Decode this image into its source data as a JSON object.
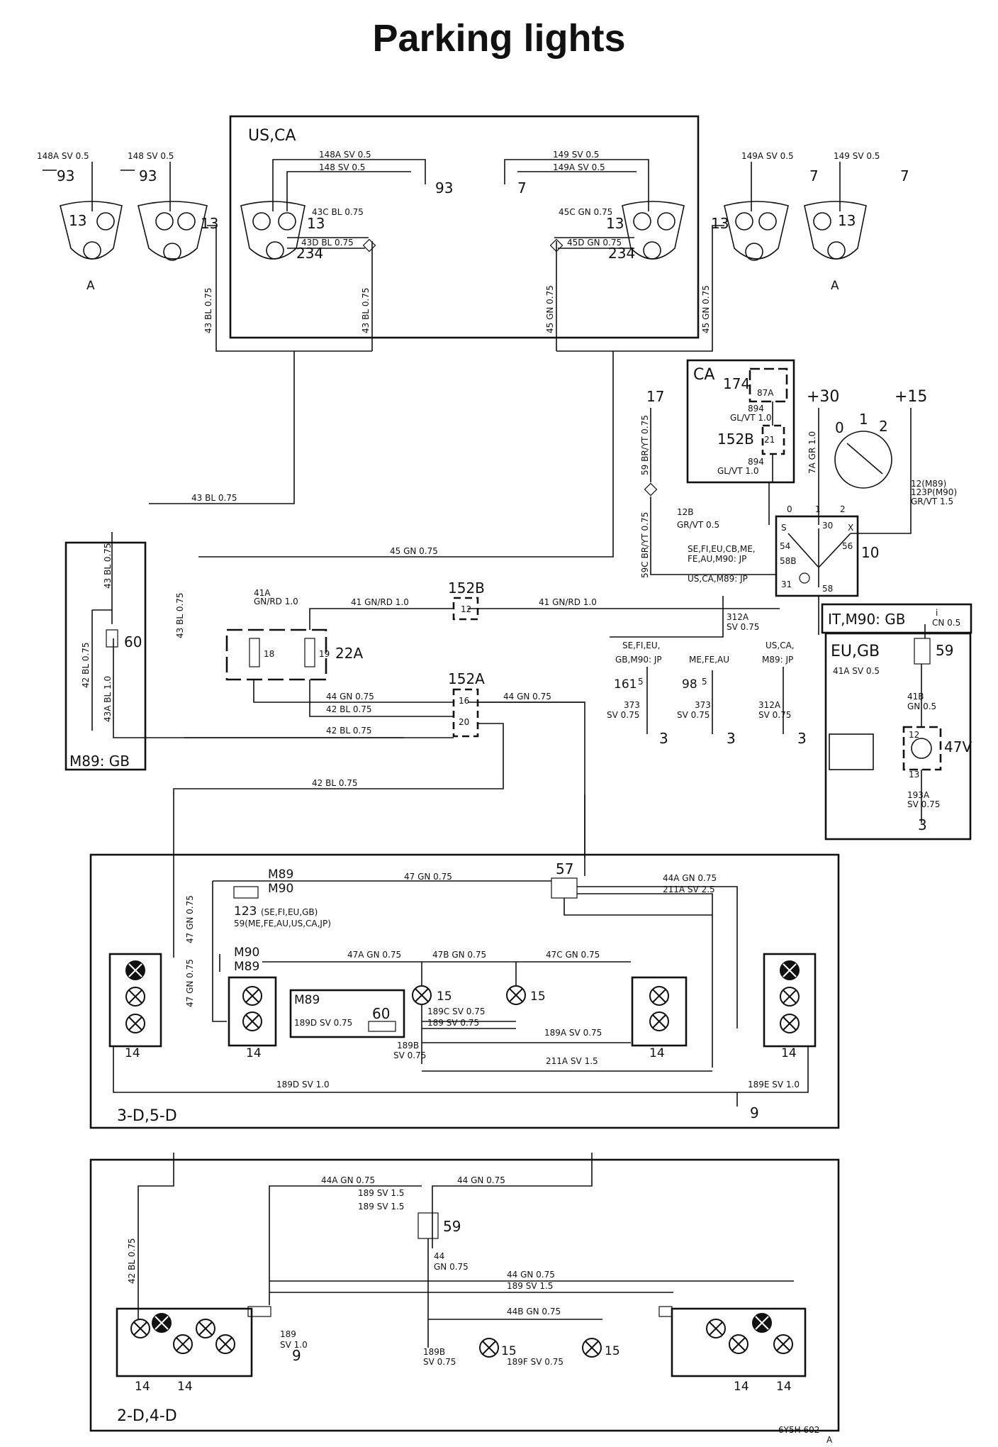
{
  "title": "Parking lights",
  "footer_code": "6Y5H 602",
  "footer_code_suffix": "A",
  "regions": {
    "us_ca": "US,CA",
    "ca": "CA",
    "m89_gb": "M89: GB",
    "it_m90_gb": "IT,M90: GB",
    "eu_gb": "EU,GB",
    "body_3d5d": "3-D,5-D",
    "body_2d4d": "2-D,4-D"
  },
  "supply": {
    "plus30": "+30",
    "plus15": "+15",
    "node17": "17"
  },
  "switch": {
    "pos0": "0",
    "pos1": "1",
    "pos2": "2",
    "t_s": "S",
    "t_30": "30",
    "t_x": "X",
    "t_54": "54",
    "t_56": "56",
    "t_58b": "58B",
    "t_31": "31",
    "t_58": "58",
    "id": "10"
  },
  "key_switch": {
    "p0": "0",
    "p1": "1",
    "p2": "2"
  },
  "connectors": {
    "c152b_top": "152B",
    "c152b_pin": "12",
    "c152a": "152A",
    "c152a_p16": "16",
    "c152a_p20": "20",
    "c22a": "22A",
    "c22a_18": "18",
    "c22a_19": "19",
    "c174": "174",
    "c87a": "87A",
    "c152b_ca": "152B",
    "c21": "21",
    "c57": "57",
    "c59": "59",
    "c60": "60",
    "c47v": "47V",
    "c12": "12",
    "c13": "13",
    "c59_eu": "59",
    "c60_m89": "60",
    "c123": "123",
    "c123_note": "(SE,FI,EU,GB)",
    "c59_note": "59(ME,FE,AU,US,CA,JP)",
    "c161": "161",
    "c98": "98",
    "c5a": "5",
    "c5b": "5",
    "m89": "M89",
    "m90": "M90",
    "m89_b": "M89",
    "m90_b": "M90",
    "m89_box": "M89",
    "m89_b2": "M89"
  },
  "lamps": {
    "l13": "13",
    "l234": "234",
    "l14": "14",
    "l15": "15",
    "a": "A"
  },
  "grounds": {
    "g93": "93",
    "g7": "7",
    "g3": "3",
    "g9": "9"
  },
  "wires": {
    "w148a": "148A  SV  0.5",
    "w148": "148  SV  0.5",
    "w149a": "149A  SV  0.5",
    "w149": "149  SV  0.5",
    "w43c": "43C  BL  0.75",
    "w43d": "43D  BL  0.75",
    "w45c": "45C  GN  0.75",
    "w45d": "45D  GN  0.75",
    "w43": "43  BL  0.75",
    "w45": "45  GN  0.75",
    "w41a": "41A",
    "w41a_c": "GN/RD  1.0",
    "w41": "41  GN/RD  1.0",
    "w44": "44  GN  0.75",
    "w42": "42  BL  0.75",
    "w43a": "43A  BL  1.0",
    "w894": "894",
    "w894_c": "GL/VT  1.0",
    "w7a": "7A  GR  1.0",
    "w59": "59  BR/YT  0.75",
    "w59c": "59C  BR/YT  0.75",
    "w12b": "12B",
    "w12b_c": "GR/VT  0.5",
    "w12m": "12(M89)",
    "w123p": "123P(M90)",
    "w12c": "GR/VT  1.5",
    "w312a": "312A",
    "w312a_c": "SV  0.75",
    "w41a_sv": "41A  SV  0.5",
    "w41b": "41B",
    "w41b_c": "GN  0.5",
    "w193a": "193A",
    "w193a_c": "SV  0.75",
    "w373": "373",
    "w373_c": "SV  0.75",
    "w47": "47  GN  0.75",
    "w47a": "47A  GN  0.75",
    "w47b": "47B  GN  0.75",
    "w47c": "47C  GN  0.75",
    "w44a": "44A  GN  0.75",
    "w211a": "211A  SV  2.5",
    "w211a15": "211A  SV  1.5",
    "w189c": "189C  SV  0.75",
    "w189": "189  SV  0.75",
    "w189a": "189A  SV  0.75",
    "w189b": "189B",
    "w189b_c": "SV  0.75",
    "w189d": "189D  SV  0.75",
    "w189d1": "189D  SV  1.0",
    "w189e": "189E  SV  1.0",
    "w189f": "189F  SV  0.75",
    "w189_15": "189  SV  1.5",
    "w44b": "44B  GN  0.75",
    "w44_n": "44",
    "w44_c": "GN  0.75",
    "w189_10": "189",
    "w189_10c": "SV  1.0"
  },
  "notes": {
    "se_list": "SE,FI,EU,CB,ME,",
    "fe_list": "FE,AU,M90: JP",
    "us_list": "US,CA,M89: JP",
    "gr1": "SE,FI,EU,",
    "gr1b": "GB,M90: JP",
    "gr2": "ME,FE,AU",
    "gr3": "US,CA,",
    "gr3b": "M89: JP",
    "i_cn": "i",
    "cn05": "CN  0.5"
  }
}
